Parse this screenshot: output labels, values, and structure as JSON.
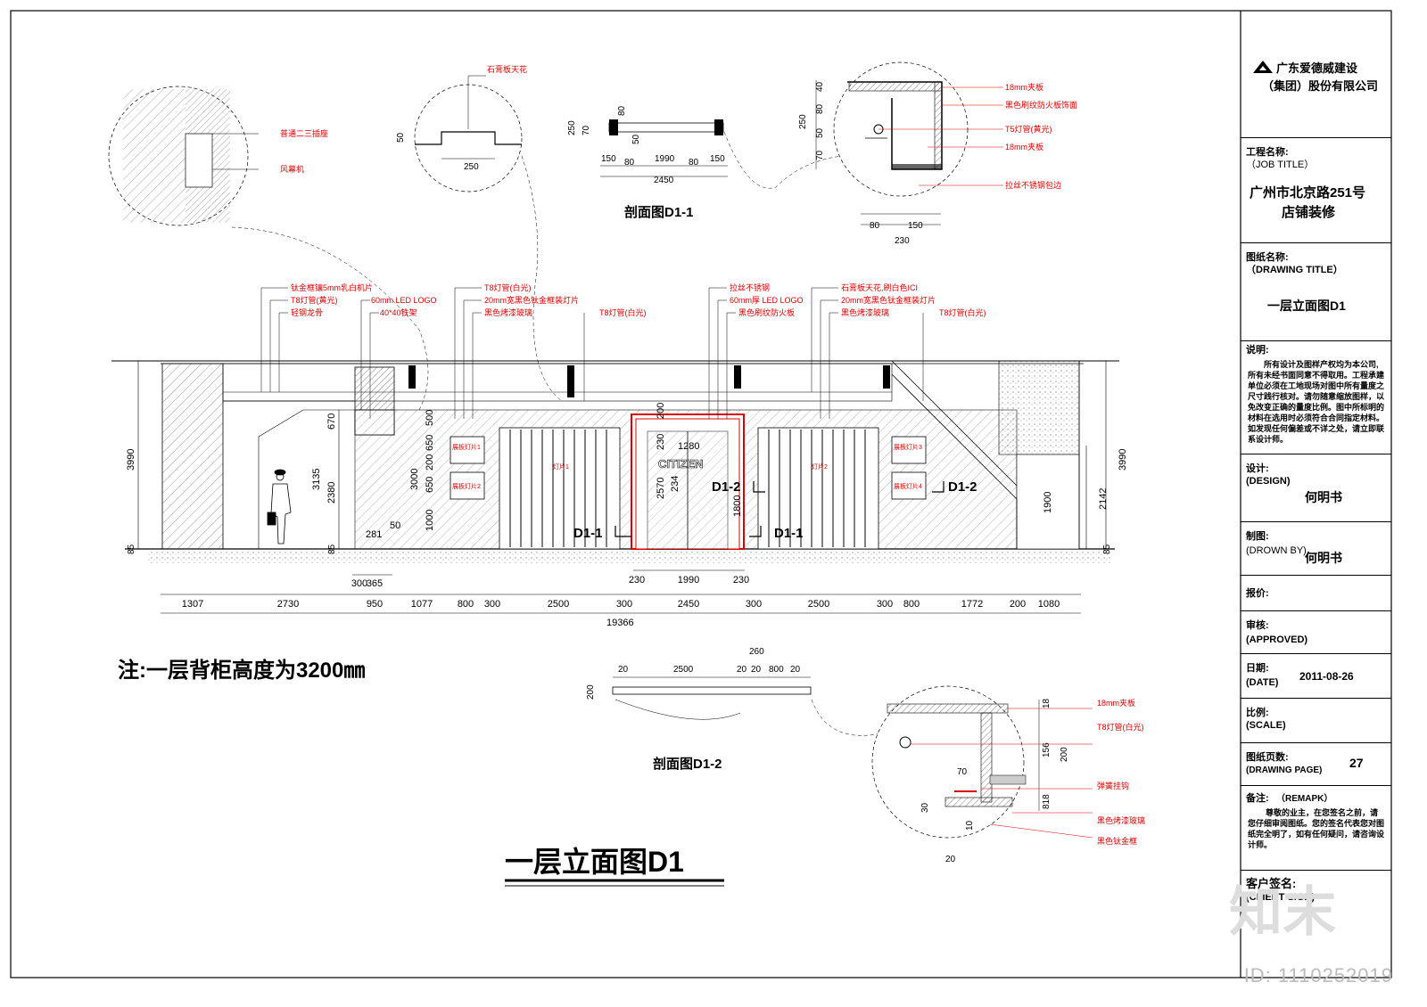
{
  "title_block": {
    "company": "广东爱德威建设（集团）股份有限公司",
    "company_line1": "广东爱德威建设",
    "company_line2": "（集团）股份有限公司",
    "job_title_label": "工程名称:",
    "job_title_en": "（JOB TITLE）",
    "job_title_line1": "广州市北京路251号",
    "job_title_line2": "店铺装修",
    "drawing_title_label": "图纸名称:",
    "drawing_title_en": "（DRAWING TITLE）",
    "drawing_title": "一层立面图D1",
    "notes_label": "说明:",
    "notes_text": "所有设计及图样产权均为本公司,所有未经书面同意不得取用。工程承建单位必须在工地现场对图中所有量度之尺寸践行核对。请勿随意缩放图样，以免改变正确的量度比例。图中所标明的材料在选用时必须符合合同指定材料。如发现任何偏差或不详之处，请立即联系设计师。",
    "design_label": "设计:",
    "design_en": "(DESIGN)",
    "design_value": "何明书",
    "drawn_label": "制图:",
    "drawn_en": "(DROWN BY)",
    "drawn_value": "何明书",
    "quote_label": "报价:",
    "approved_label": "审核:",
    "approved_en": "(APPROVED)",
    "date_label": "日期:",
    "date_en": "(DATE)",
    "date_value": "2011-08-26",
    "scale_label": "比例:",
    "scale_en": "(SCALE)",
    "page_label": "图纸页数:",
    "page_en": "(DRAWING PAGE)",
    "page_value": "27",
    "remark_label": "备注:",
    "remark_en": "（REMAPK）",
    "remark_text": "尊敬的业主，在您签名之前，请您仔细审阅图纸。您的签名代表您对图纸完全明了，如有任何疑问，请咨询设计师。",
    "client_label": "客户签名:",
    "client_en": "(CLIENT SIGN)"
  },
  "drawing": {
    "main_title": "一层立面图D1",
    "note": "注:一层背柜高度为3200㎜",
    "section1_title": "剖面图D1-1",
    "section2_title": "剖面图D1-2",
    "logo_text": "CITIZEN",
    "section_marks": [
      "D1-1",
      "D1-2",
      "D1-1",
      "D1-2"
    ],
    "overall_height": "3990",
    "overall_width": "19366",
    "bottom_dims": [
      "1307",
      "2730",
      "950",
      "1077",
      "800",
      "300",
      "2500",
      "300",
      "2450",
      "300",
      "2500",
      "300",
      "800",
      "1772",
      "200",
      "1080"
    ],
    "door_dims": [
      "230",
      "1990",
      "230"
    ],
    "post_dims": [
      "300",
      "365"
    ],
    "left_dims": [
      "3135",
      "2380",
      "670",
      "85",
      "85"
    ],
    "mid_dims": [
      "500",
      "650",
      "200",
      "650",
      "1000",
      "3000",
      "50",
      "281"
    ],
    "door_vert": [
      "200",
      "230",
      "2570",
      "234",
      "1280",
      "1800"
    ],
    "right_dims": [
      "1900",
      "2142",
      "3990",
      "85"
    ],
    "labels_red": [
      "钛金框镶5mm乳白机片",
      "T8灯管(黄光)",
      "轻钢龙骨",
      "60mm LED LOGO",
      "40*40铁架",
      "T8灯管(白光)",
      "20mm宽黑色钛金框装灯片",
      "黑色烤漆玻璃",
      "T8灯管(白光)",
      "拉丝不锈钢",
      "60mm厚 LED LOGO",
      "黑色刷纹防火板",
      "石膏板天花,刷白色ICI",
      "20mm宽黑色钛金框装灯片",
      "黑色烤漆玻璃",
      "T8灯管(白光)"
    ],
    "detail_tl": [
      "普通二三插座",
      "风幕机"
    ],
    "detail_tc": {
      "label": "石膏板天花",
      "dims": [
        "50",
        "250"
      ]
    },
    "section1_dims": [
      "250",
      "70",
      "80",
      "50",
      "150",
      "80",
      "1990",
      "80",
      "150",
      "2450"
    ],
    "detail_tr": {
      "labels": [
        "18mm夹板",
        "黑色刷纹防火板饰面",
        "T5灯管(黄光)",
        "18mm夹板",
        "拉丝不锈钢包边"
      ],
      "dims": [
        "40",
        "80",
        "50",
        "70",
        "250",
        "80",
        "150",
        "230"
      ]
    },
    "section2_dims": [
      "260",
      "20",
      "2500",
      "20",
      "20",
      "800",
      "20",
      "200"
    ],
    "detail_br": {
      "labels": [
        "18mm夹板",
        "T8灯管(白光)",
        "弹簧挂钩",
        "黑色烤漆玻璃",
        "黑色钛金框"
      ],
      "dims": [
        "18",
        "156",
        "200",
        "70",
        "818",
        "30",
        "10",
        "20"
      ]
    },
    "panel_labels": [
      "展板灯片1",
      "展板灯片2",
      "灯片1",
      "灯片2",
      "展板灯片3",
      "展板灯片4"
    ]
  },
  "watermark": {
    "id_text": "ID: 1110252019",
    "brand": "知末"
  }
}
